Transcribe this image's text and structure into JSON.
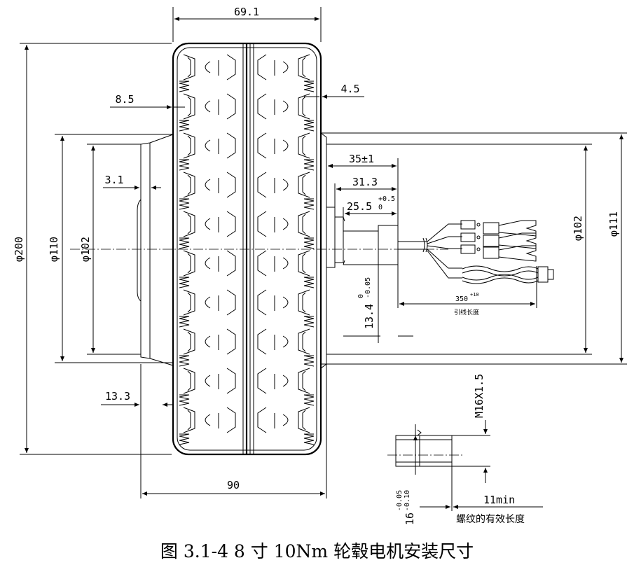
{
  "dimensions": {
    "top_width": "69.1",
    "bottom_width": "90",
    "d200": "φ200",
    "d110": "φ110",
    "d102_left": "φ102",
    "d102_right": "φ102",
    "d111": "φ111",
    "w8_5": "8.5",
    "w4_5": "4.5",
    "w3_1": "3.1",
    "w13_3": "13.3",
    "shaft_35": "35±1",
    "shaft_31_3": "31.3",
    "shaft_25_5": "25.5",
    "shaft_25_5_tol_upper": "+0.5",
    "shaft_25_5_tol_lower": "0",
    "shaft_13_4": "13.4",
    "shaft_13_4_tol_upper": "0",
    "shaft_13_4_tol_lower": "-0.05",
    "lead_length": "350",
    "lead_length_tol": "+10",
    "lead_length_label": "引线长度",
    "thread": "M16X1.5",
    "thread_min": "11min",
    "thread_label": "螺纹的有效长度",
    "shaft_16": "16",
    "shaft_16_tol_upper": "-0.05",
    "shaft_16_tol_lower": "-0.10"
  },
  "caption": "图 3.1-4 8 寸 10Nm 轮毂电机安装尺寸"
}
